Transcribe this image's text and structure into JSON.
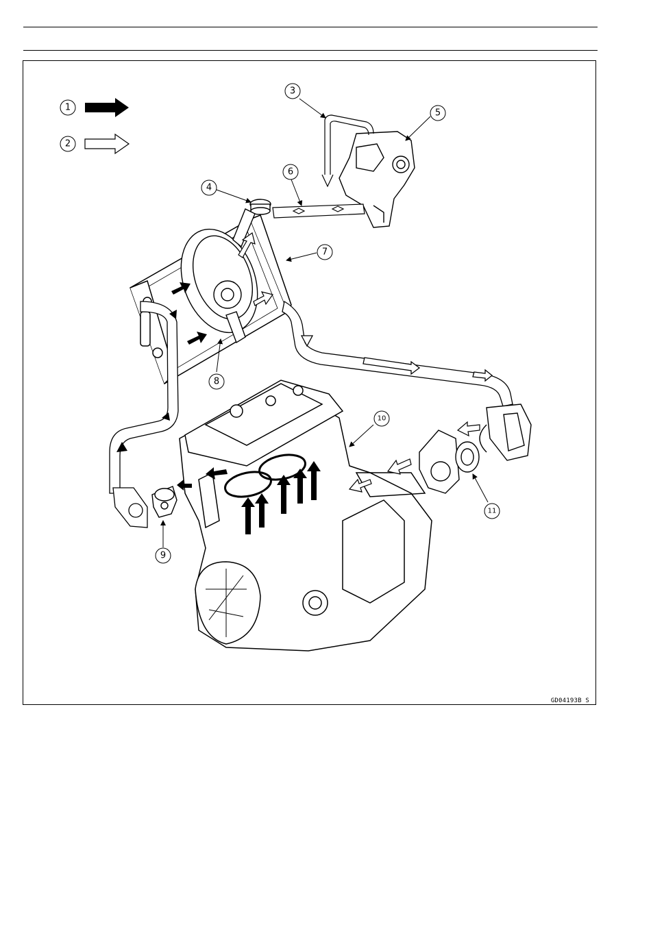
{
  "figure": {
    "code": "GD04193B  S",
    "legend": [
      {
        "number": "1",
        "arrow": "solid-black"
      },
      {
        "number": "2",
        "arrow": "hollow-white"
      }
    ],
    "callouts": [
      "3",
      "4",
      "5",
      "6",
      "7",
      "8",
      "9",
      "10",
      "11"
    ]
  },
  "colors": {
    "ink": "#000000",
    "paper": "#ffffff"
  }
}
